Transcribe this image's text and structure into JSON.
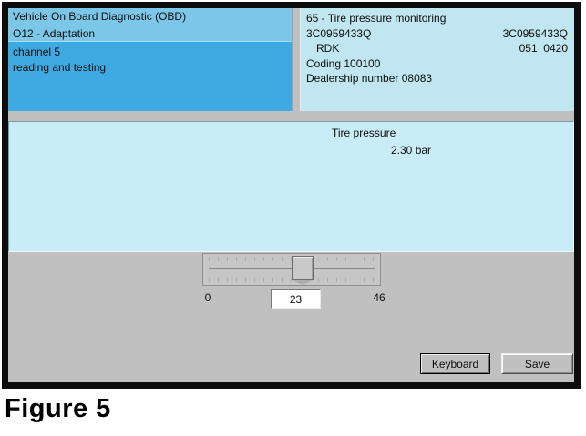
{
  "header_left": {
    "title": "Vehicle On Board Diagnostic (OBD)",
    "mode": "O12 - Adaptation",
    "channel": "channel 5",
    "status": "reading and testing"
  },
  "header_right": {
    "module": "65 - Tire pressure monitoring",
    "part_number": "3C0959433Q",
    "part_number_2": "3C0959433Q",
    "component": "RDK",
    "version": "051  0420",
    "coding": "Coding 100100",
    "dealership": "Dealership number 08083"
  },
  "readout": {
    "label": "Tire pressure",
    "value": "2.30 bar"
  },
  "slider": {
    "min": "0",
    "value": "23",
    "max": "46"
  },
  "buttons": {
    "keyboard": "Keyboard",
    "save": "Save"
  },
  "caption": "Figure 5",
  "colors": {
    "header_blue": "#7cc7e8",
    "selected_blue": "#3fa9e2",
    "panel_blue": "#bfe6f1",
    "content_blue": "#c9edf7",
    "chrome_grey": "#c0c0c0",
    "frame_black": "#0d0d0d"
  }
}
